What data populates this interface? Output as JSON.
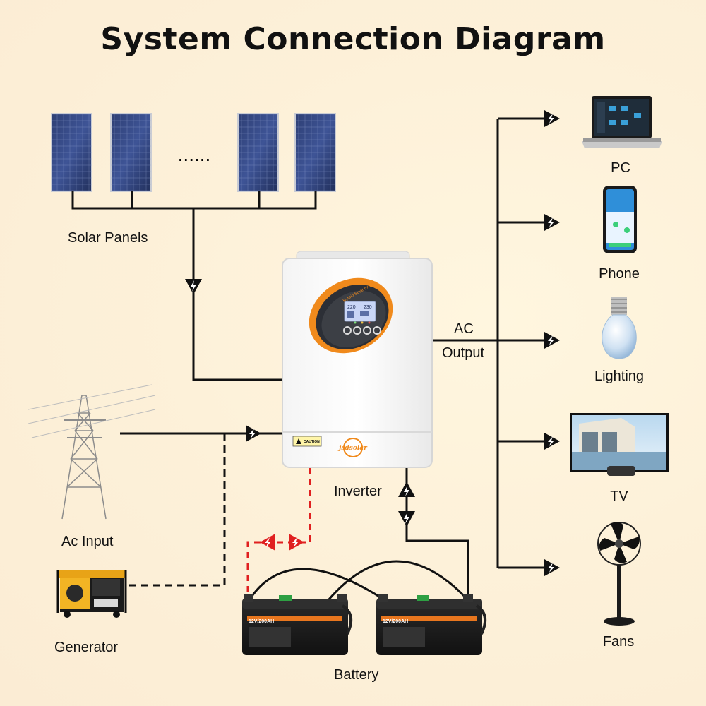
{
  "title": "System Connection Diagram",
  "labels": {
    "solar_panels": "Solar Panels",
    "ac_input": "Ac Input",
    "generator": "Generator",
    "inverter": "Inverter",
    "battery": "Battery",
    "ac": "AC",
    "output": "Output"
  },
  "loads": {
    "pc": "PC",
    "phone": "Phone",
    "lighting": "Lighting",
    "tv": "TV",
    "fans": "Fans"
  },
  "inverter_device": {
    "brand": "jsdsolar",
    "caution": "CAUTION",
    "panel_text": "Hybrid Solar Inverter",
    "lcd_left": "220",
    "lcd_right": "230"
  },
  "battery_device": {
    "capacity": "12V/200AH"
  },
  "ellipsis": "......",
  "colors": {
    "wire": "#111111",
    "battery_positive": "#e02020",
    "inverter_accent": "#f08a1c"
  }
}
